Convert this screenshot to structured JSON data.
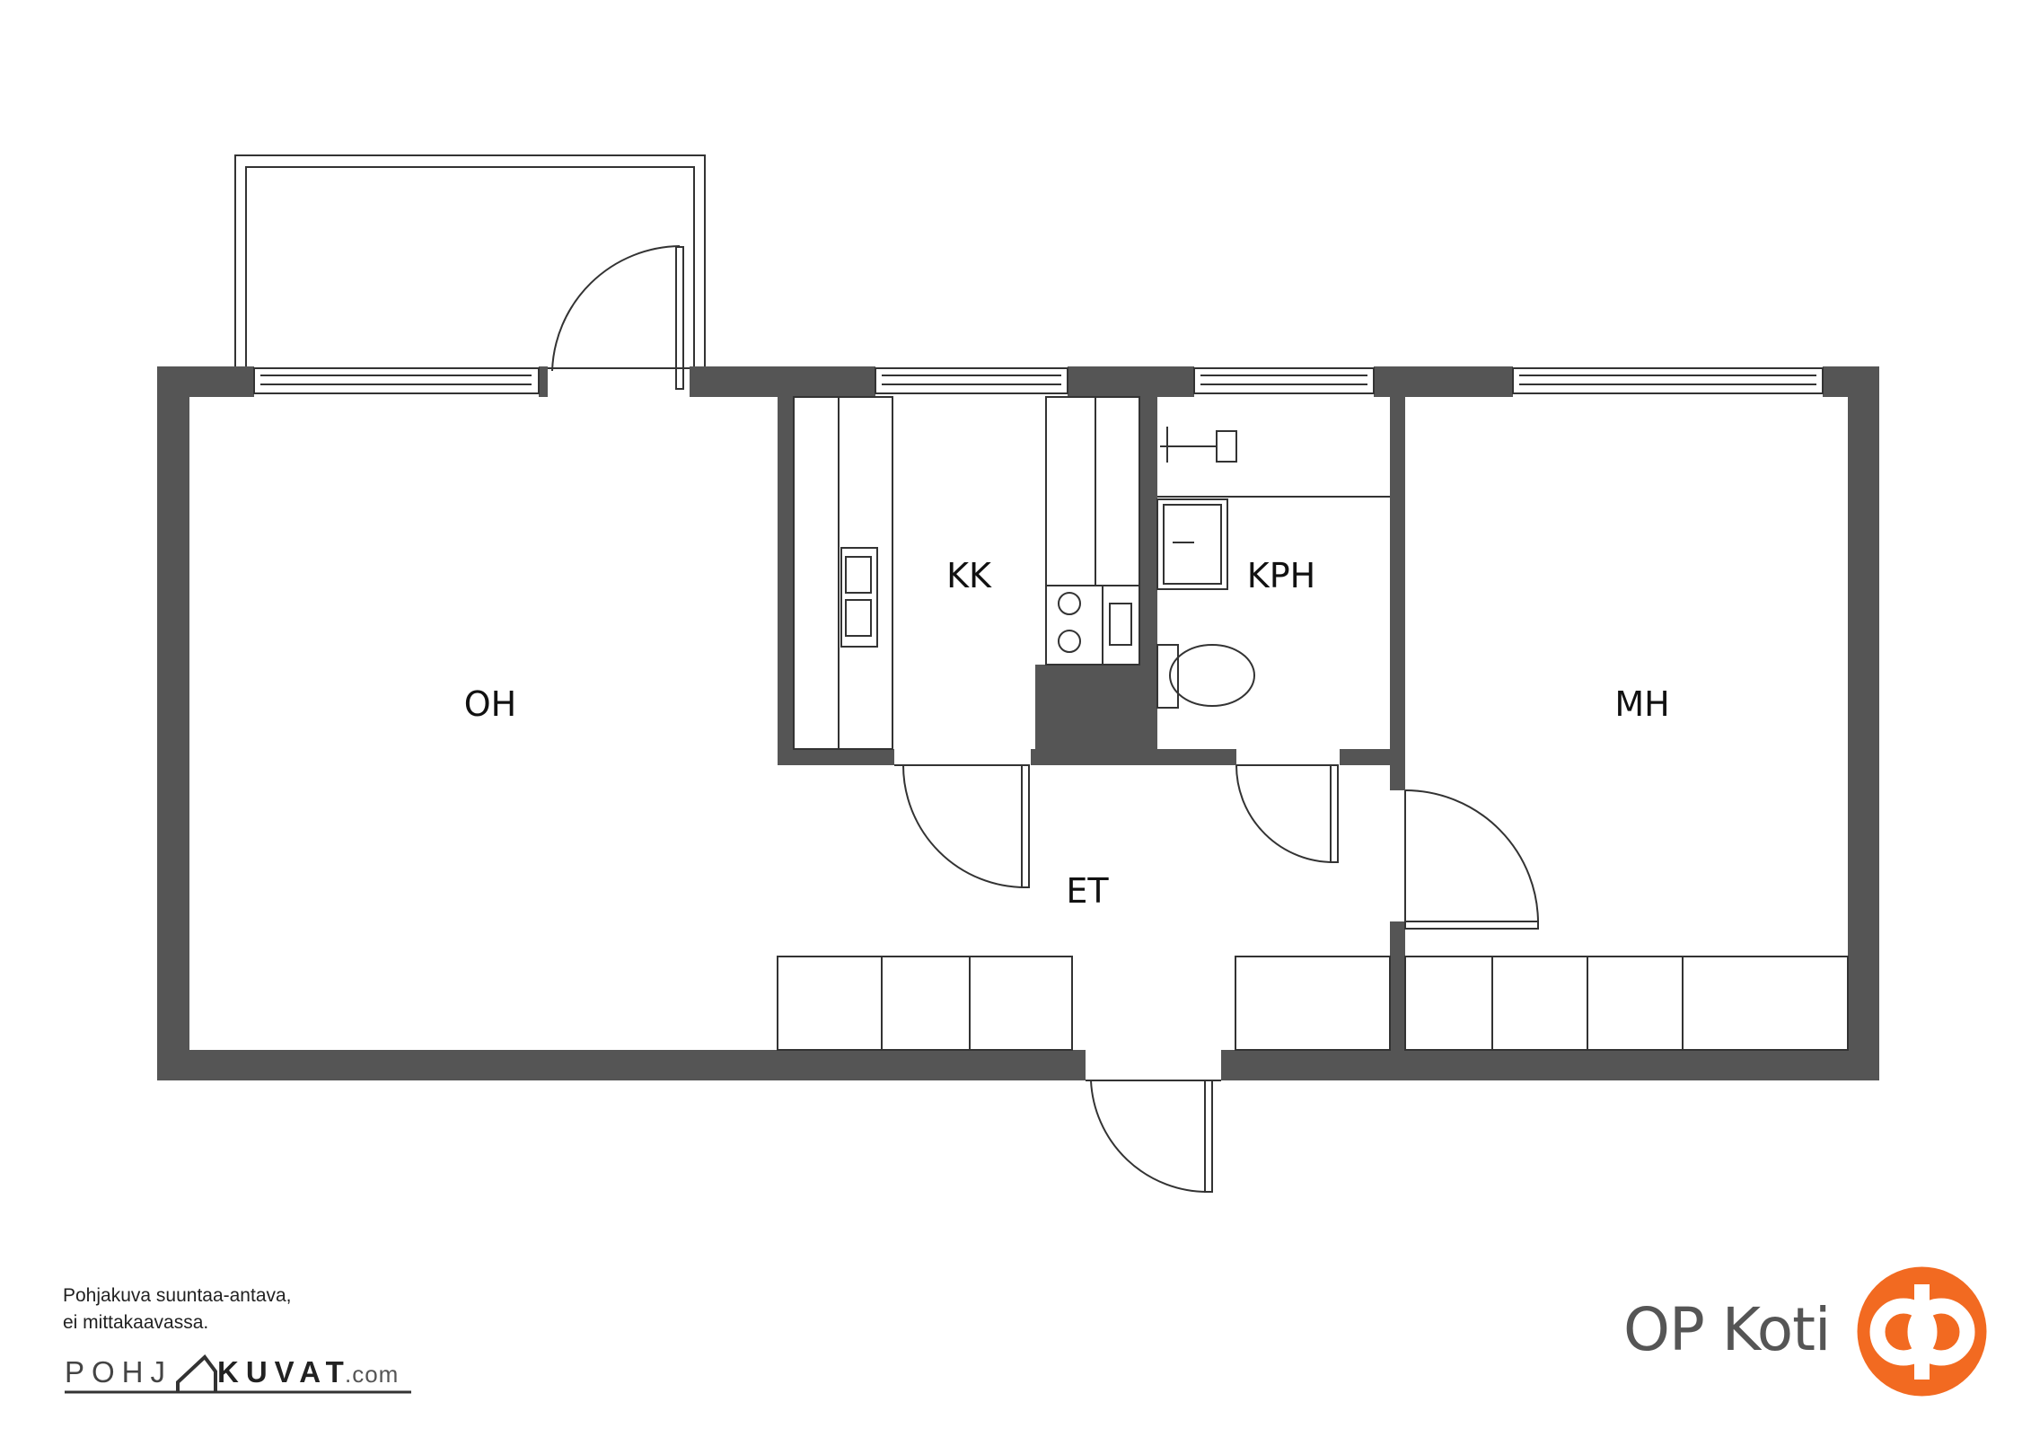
{
  "rooms": {
    "oh": "OH",
    "kk": "KK",
    "kph": "KPH",
    "mh": "MH",
    "et": "ET"
  },
  "footer": {
    "note_line1": "Pohjakuva suuntaa-antava,",
    "note_line2": "ei mittakaavassa.",
    "brand_part1": "POHJ",
    "brand_part2": "KUVAT",
    "brand_suffix": ".com",
    "op_text": "OP Koti"
  },
  "colors": {
    "wall": "#555555",
    "line": "#333333",
    "op_orange": "#f26a21"
  },
  "icons": {
    "op_logo": "op-logo-icon"
  }
}
